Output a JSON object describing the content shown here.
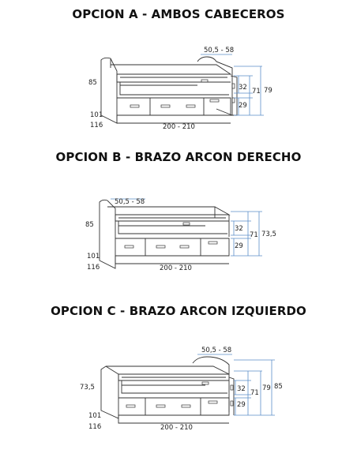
{
  "options": [
    {
      "title": "OPCION A - AMBOS CABECEROS",
      "labels": {
        "top_width": "50,5 - 58",
        "left_height": "85",
        "drawer_h": "32",
        "seat_h": "71",
        "total_h": "79",
        "base_h": "29",
        "depth_1": "101",
        "depth_2": "116",
        "length": "200 - 210"
      }
    },
    {
      "title": "OPCION B - BRAZO ARCON DERECHO",
      "labels": {
        "top_width": "50,5 - 58",
        "left_height": "85",
        "drawer_h": "32",
        "seat_h": "71",
        "total_h": "73,5",
        "base_h": "29",
        "depth_1": "101",
        "depth_2": "116",
        "length": "200 - 210"
      }
    },
    {
      "title": "OPCION C - BRAZO ARCON IZQUIERDO",
      "labels": {
        "top_width": "50,5 - 58",
        "left_height": "73,5",
        "drawer_h": "32",
        "seat_h": "71",
        "total_h": "79",
        "right_h": "85",
        "base_h": "29",
        "depth_1": "101",
        "depth_2": "116",
        "length": "200 - 210"
      }
    }
  ],
  "colors": {
    "line": "#333333",
    "dimension": "#5b8fc9",
    "text": "#111111"
  }
}
